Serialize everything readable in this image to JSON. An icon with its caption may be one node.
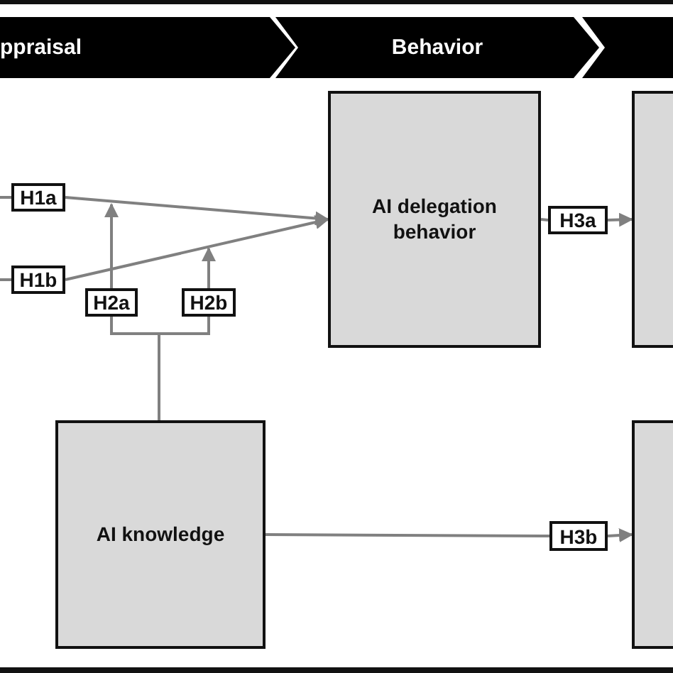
{
  "diagram": {
    "nodes": [
      {
        "text": [
          "ppraisal"
        ]
      },
      {
        "text": [
          "Behavior"
        ]
      },
      {
        "text": [],
        "shape": "band"
      },
      {
        "text": [
          "H1a"
        ]
      },
      {
        "text": [
          "H1b"
        ]
      },
      {
        "text": [
          "AI delegation behavior"
        ]
      },
      {
        "text": [
          "H2a"
        ]
      },
      {
        "text": [
          "H2b"
        ]
      },
      {
        "text": [
          "AI knowledge"
        ]
      },
      {
        "text": [
          "H3a"
        ]
      },
      {
        "text": [],
        "shape": "box"
      },
      {
        "text": [
          "H3b"
        ]
      },
      {
        "text": [],
        "shape": "box"
      }
    ],
    "edges": [
      {
        "from": null,
        "to": 3,
        "arrow": "none"
      },
      {
        "from": 3,
        "to": 5,
        "arrow": "to"
      },
      {
        "from": null,
        "to": 4,
        "arrow": "none"
      },
      {
        "from": 4,
        "to": 5,
        "arrow": "to"
      },
      {
        "from": 8,
        "to": 6,
        "arrow": "none"
      },
      {
        "from": 8,
        "to": 7,
        "arrow": "none"
      },
      {
        "from": 6,
        "to": null,
        "arrow": "to"
      },
      {
        "from": 7,
        "to": null,
        "arrow": "to"
      },
      {
        "from": 5,
        "to": 9,
        "arrow": "none"
      },
      {
        "from": 9,
        "to": 10,
        "arrow": "to"
      },
      {
        "from": 8,
        "to": 11,
        "arrow": "none"
      },
      {
        "from": 11,
        "to": 12,
        "arrow": "to"
      }
    ]
  }
}
